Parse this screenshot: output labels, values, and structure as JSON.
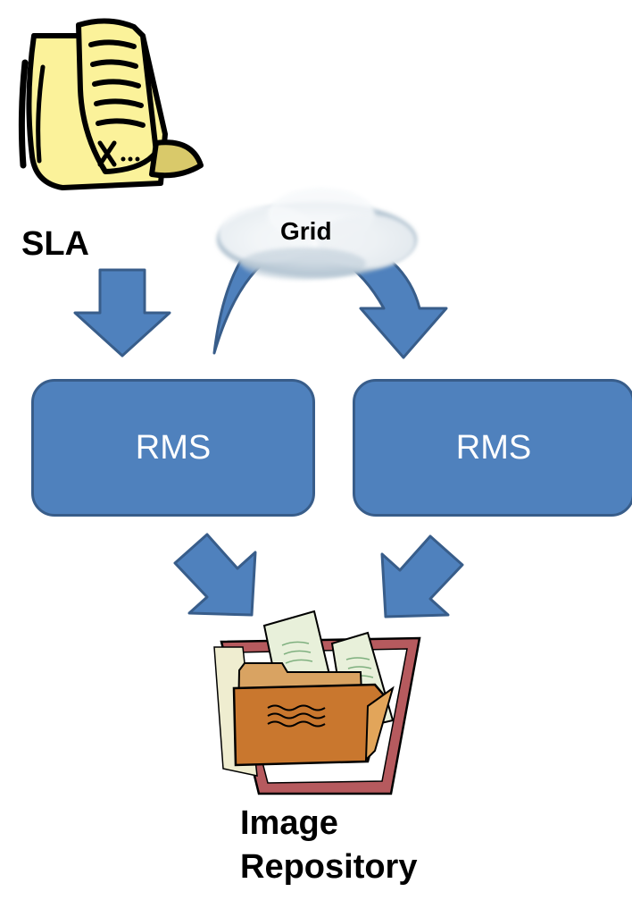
{
  "labels": {
    "sla": "SLA",
    "grid": "Grid",
    "rms_left": "RMS",
    "rms_right": "RMS",
    "repository_line1": "Image",
    "repository_line2": "Repository"
  },
  "icons": {
    "sla_document": "contract-document-icon",
    "grid_cloud": "cloud-icon",
    "repository": "folder-icon"
  },
  "colors": {
    "box_fill": "#4f81bd",
    "box_border": "#385d8a",
    "arrow_fill": "#4f81bd",
    "document_yellow": "#fbf29a",
    "folder_orange": "#c9772e",
    "folder_back": "#b65a5e"
  }
}
